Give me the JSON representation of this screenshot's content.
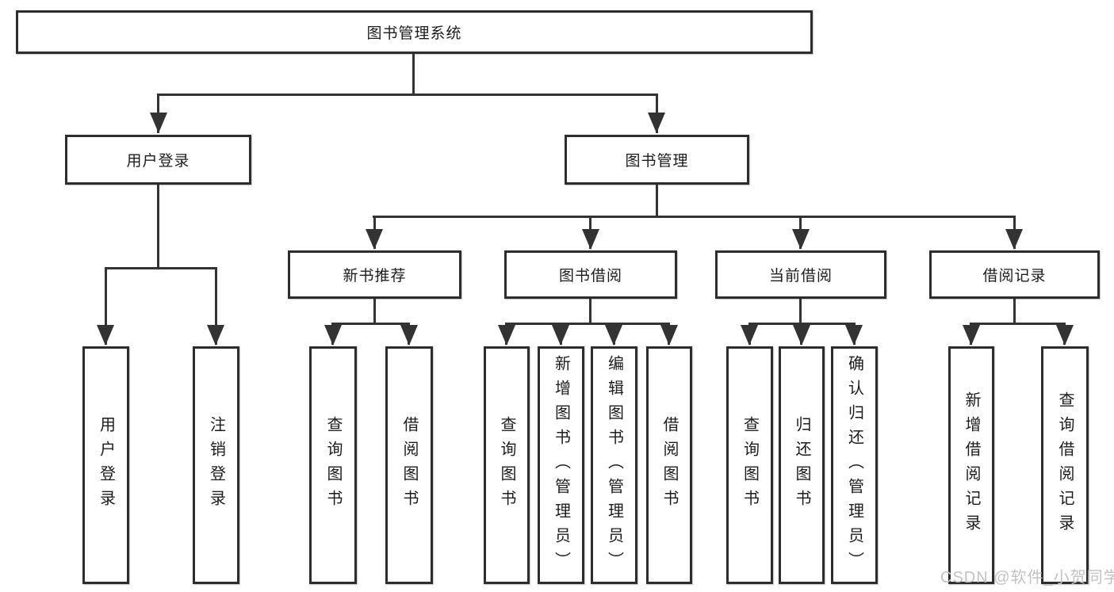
{
  "diagram_title": "图书管理系统",
  "tree": {
    "label": "图书管理系统",
    "children": [
      {
        "label": "用户登录",
        "children": [
          {
            "label": "用户登录"
          },
          {
            "label": "注销登录"
          }
        ]
      },
      {
        "label": "图书管理",
        "children": [
          {
            "label": "新书推荐",
            "children": [
              {
                "label": "查询图书"
              },
              {
                "label": "借阅图书"
              }
            ]
          },
          {
            "label": "图书借阅",
            "children": [
              {
                "label": "查询图书"
              },
              {
                "label": "新增图书（管理员）"
              },
              {
                "label": "编辑图书（管理员）"
              },
              {
                "label": "借阅图书"
              }
            ]
          },
          {
            "label": "当前借阅",
            "children": [
              {
                "label": "查询图书"
              },
              {
                "label": "归还图书"
              },
              {
                "label": "确认归还（管理员）"
              }
            ]
          },
          {
            "label": "借阅记录",
            "children": [
              {
                "label": "新增借阅记录"
              },
              {
                "label": "查询借阅记录"
              }
            ]
          }
        ]
      }
    ]
  },
  "watermark": "CSDN @软件_小贺同学",
  "colors": {
    "line": "#333333",
    "text": "#1c1c1c",
    "background": "#ffffff",
    "watermark": "#c2c2c2"
  }
}
